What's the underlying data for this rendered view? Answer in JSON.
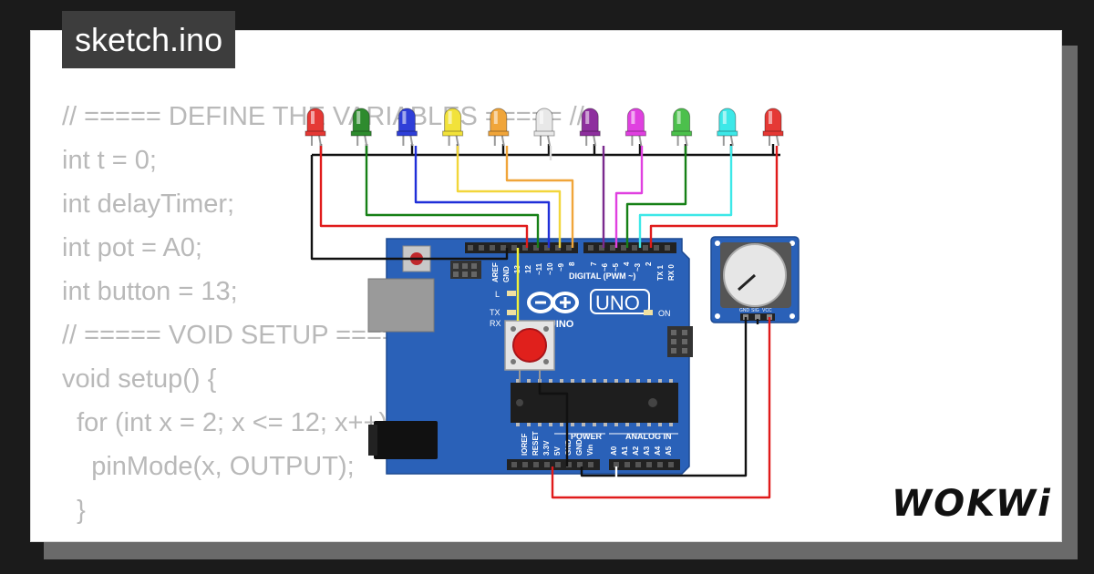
{
  "file_tab": {
    "title": "sketch.ino"
  },
  "code_lines": [
    "// ===== DEFINE THE VARIABLES ===== //",
    "int t = 0;",
    "int delayTimer;",
    "int pot = A0;",
    "int button = 13;",
    "",
    "// ===== VOID SETUP ===== //",
    "void setup() {",
    "  for (int x = 2; x <= 12; x++) {",
    "    pinMode(x, OUTPUT);",
    "  }"
  ],
  "leds": [
    {
      "color": "#e53935"
    },
    {
      "color": "#2e8b2e"
    },
    {
      "color": "#2f3fd8"
    },
    {
      "color": "#f2e23a"
    },
    {
      "color": "#f0a53a"
    },
    {
      "color": "#e8e8e8"
    },
    {
      "color": "#8e2f9e"
    },
    {
      "color": "#e040e0"
    },
    {
      "color": "#4cc04c"
    },
    {
      "color": "#3de8e8"
    },
    {
      "color": "#e53935"
    }
  ],
  "board": {
    "model": "UNO",
    "brand": "ARDUINO",
    "digital_label": "DIGITAL (PWM ~)",
    "power_label": "POWER",
    "analog_label": "ANALOG IN",
    "on_label": "ON",
    "l_label": "L",
    "tx_label": "TX",
    "rx_label": "RX",
    "top_pins": [
      "AREF",
      "GND",
      "13",
      "12",
      "~11",
      "~10",
      "~9",
      "8",
      "7",
      "~6",
      "~5",
      "4",
      "~3",
      "2",
      "TX 1",
      "RX 0"
    ],
    "power_pins": [
      "IOREF",
      "RESET",
      "3.3V",
      "5V",
      "GND",
      "GND",
      "Vin"
    ],
    "analog_pins": [
      "A0",
      "A1",
      "A2",
      "A3",
      "A4",
      "A5"
    ]
  },
  "potentiometer": {
    "pins": [
      "GND",
      "SIG",
      "VCC"
    ]
  },
  "logo": {
    "text": "WOKWi"
  },
  "colors": {
    "board": "#2a61b8",
    "wire_black": "#111111",
    "wire_red": "#e01b1b",
    "button_cap": "#e0201c",
    "code_text": "#b9b9b9",
    "tab_bg": "#3d3d3d"
  }
}
